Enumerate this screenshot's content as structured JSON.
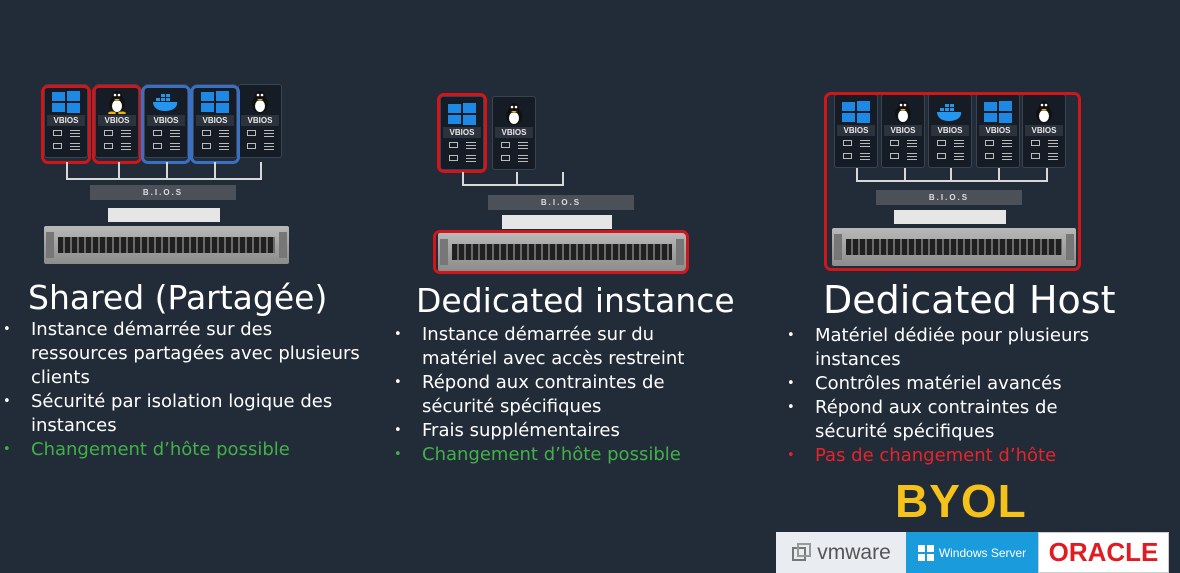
{
  "columns": [
    {
      "title": "Shared (Partagée)",
      "bullets": [
        {
          "text": "Instance démarrée sur des ressources partagées avec plusieurs clients",
          "color": "white"
        },
        {
          "text": "Sécurité par isolation logique des instances",
          "color": "white"
        },
        {
          "text": "Changement d’hôte possible",
          "color": "green"
        }
      ]
    },
    {
      "title": "Dedicated instance",
      "bullets": [
        {
          "text": "Instance démarrée sur du matériel avec accès  restreint",
          "color": "white"
        },
        {
          "text": "Répond aux contraintes de sécurité spécifiques",
          "color": "white"
        },
        {
          "text": "Frais supplémentaires",
          "color": "white"
        },
        {
          "text": "Changement d’hôte possible",
          "color": "green"
        }
      ]
    },
    {
      "title": "Dedicated Host",
      "bullets": [
        {
          "text": "Matériel dédiée pour plusieurs instances",
          "color": "white"
        },
        {
          "text": "Contrôles matériel avancés",
          "color": "white"
        },
        {
          "text": "Répond aux contraintes de sécurité spécifiques",
          "color": "white"
        },
        {
          "text": "Pas de changement d’hôte",
          "color": "red"
        }
      ]
    }
  ],
  "diagram": {
    "vm_label": "VBIOS",
    "bios_label": "B.I.O.S"
  },
  "byol": "BYOL",
  "logos": {
    "vmware": "vmware",
    "windows_server": "Windows Server",
    "oracle": "ORACLE"
  },
  "colors": {
    "background": "#222b38",
    "highlight_red": "#d0161b",
    "highlight_blue": "#3b6fc2",
    "green": "#43b04a",
    "red": "#e8242a",
    "byol": "#f4c21a"
  },
  "icons": [
    "windows-icon",
    "linux-tux-icon",
    "docker-icon",
    "server-rack-icon"
  ]
}
